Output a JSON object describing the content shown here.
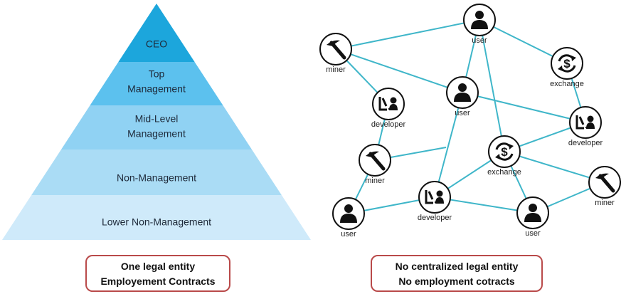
{
  "pyramid": {
    "levels": [
      {
        "lines": [
          "CEO"
        ],
        "color": "#1ca6dc"
      },
      {
        "lines": [
          "Top",
          "Management"
        ],
        "color": "#5cc1ee"
      },
      {
        "lines": [
          "Mid-Level",
          "Management"
        ],
        "color": "#90d2f3"
      },
      {
        "lines": [
          "Non-Management"
        ],
        "color": "#aadcf5"
      },
      {
        "lines": [
          "Lower Non-Management"
        ],
        "color": "#cfeafa"
      }
    ],
    "caption": [
      "One legal entity",
      "Employement Contracts"
    ]
  },
  "network": {
    "edge_color": "#3fb6c9",
    "nodes": [
      {
        "type": "user",
        "label": "user"
      },
      {
        "type": "miner",
        "label": "miner"
      },
      {
        "type": "exchange",
        "label": "exchange"
      },
      {
        "type": "user",
        "label": "user"
      },
      {
        "type": "developer",
        "label": "developer"
      },
      {
        "type": "developer",
        "label": "developer"
      },
      {
        "type": "exchange",
        "label": "exchange"
      },
      {
        "type": "miner",
        "label": "miner"
      },
      {
        "type": "miner",
        "label": "miner"
      },
      {
        "type": "user",
        "label": "user"
      },
      {
        "type": "developer",
        "label": "developer"
      },
      {
        "type": "user",
        "label": "user"
      }
    ],
    "edges": [
      [
        0,
        1
      ],
      [
        0,
        2
      ],
      [
        0,
        3
      ],
      [
        0,
        6
      ],
      [
        1,
        3
      ],
      [
        1,
        4
      ],
      [
        3,
        5
      ],
      [
        3,
        10
      ],
      [
        2,
        5
      ],
      [
        5,
        6
      ],
      [
        4,
        7
      ],
      [
        7,
        9
      ],
      [
        9,
        10
      ],
      [
        10,
        6
      ],
      [
        10,
        11
      ],
      [
        6,
        11
      ],
      [
        6,
        8
      ],
      [
        11,
        8
      ]
    ],
    "caption": [
      "No centralized legal entity",
      "No employment cotracts"
    ]
  }
}
